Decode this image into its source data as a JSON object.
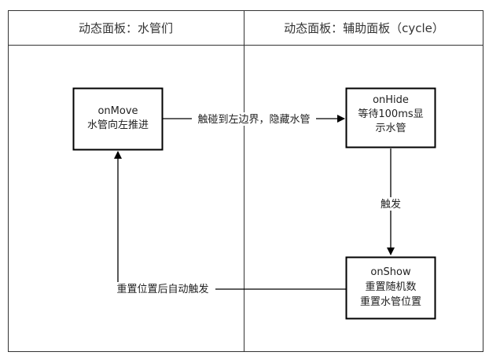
{
  "lanes": [
    {
      "id": "lane-pipes",
      "title": "动态面板：水管们"
    },
    {
      "id": "lane-cycle",
      "title": "动态面板：辅助面板（cycle）"
    }
  ],
  "nodes": [
    {
      "id": "onMove",
      "lines": [
        "onMove",
        "水管向左推进"
      ]
    },
    {
      "id": "onHide",
      "lines": [
        "onHide",
        "等待100ms显",
        "示水管"
      ]
    },
    {
      "id": "onShow",
      "lines": [
        "onShow",
        "重置随机数",
        "重置水管位置"
      ]
    }
  ],
  "edges": [
    {
      "from": "onMove",
      "to": "onHide",
      "label": "触碰到左边界，隐藏水管"
    },
    {
      "from": "onHide",
      "to": "onShow",
      "label": "触发"
    },
    {
      "from": "onShow",
      "to": "onMove",
      "label": "重置位置后自动触发"
    }
  ],
  "colors": {
    "line": "#000000",
    "border": "#333333",
    "background": "#ffffff"
  }
}
